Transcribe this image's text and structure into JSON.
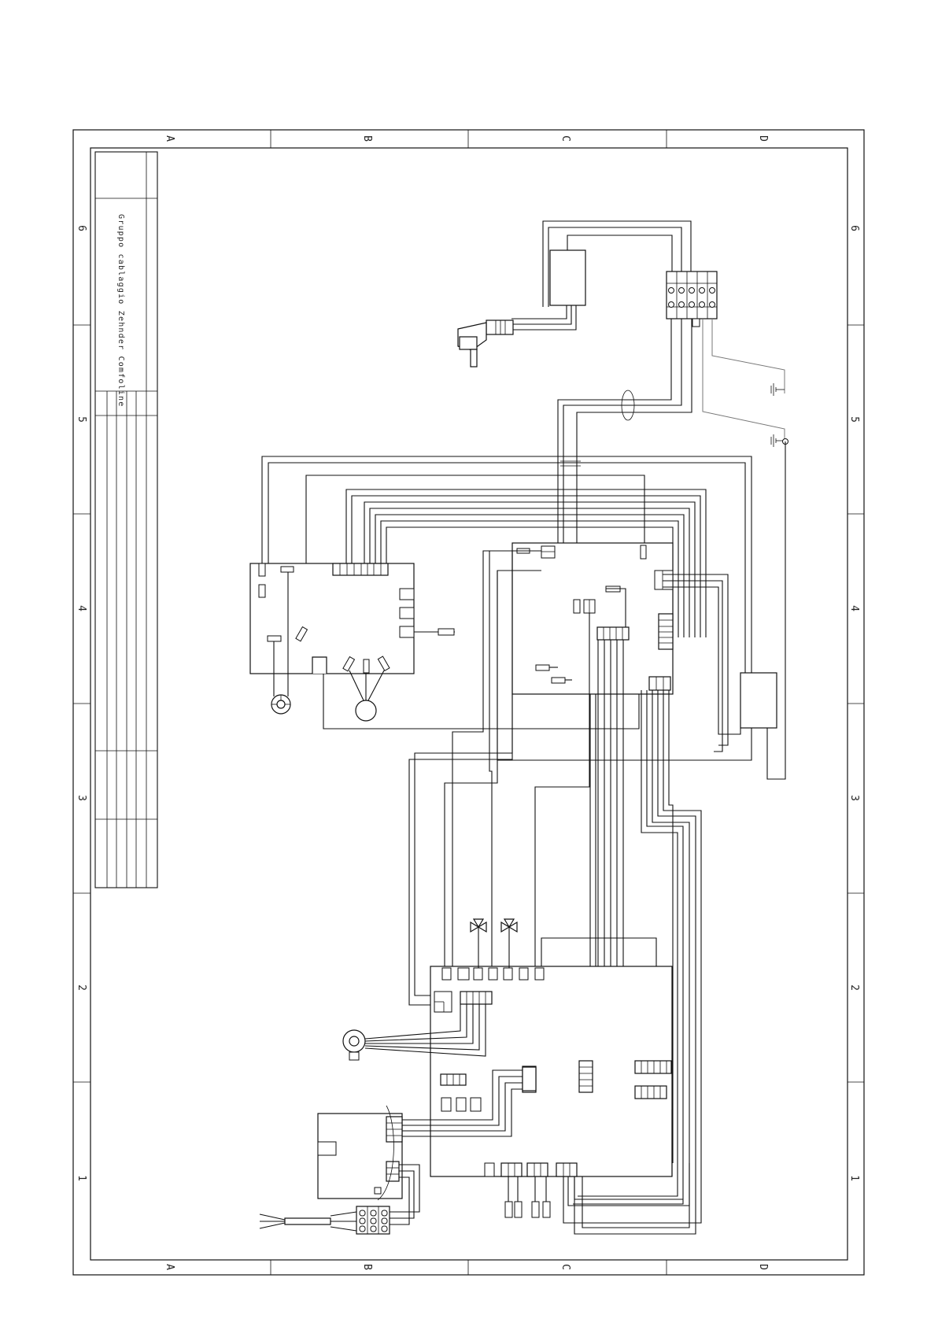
{
  "title_block": {
    "title": "Gruppo cablaggio Zehnder Comfoline"
  },
  "frame": {
    "columns": [
      "A",
      "B",
      "C",
      "D"
    ],
    "rows": [
      "6",
      "5",
      "4",
      "3",
      "2",
      "1"
    ]
  },
  "colors": {
    "line": "#111111",
    "ground_wire": "#777777",
    "background": "#ffffff"
  },
  "icons": [
    "power-plug-icon",
    "ground-icon",
    "fan-motor-icon",
    "sensor-icon",
    "valve-icon",
    "terminal-block-icon"
  ]
}
